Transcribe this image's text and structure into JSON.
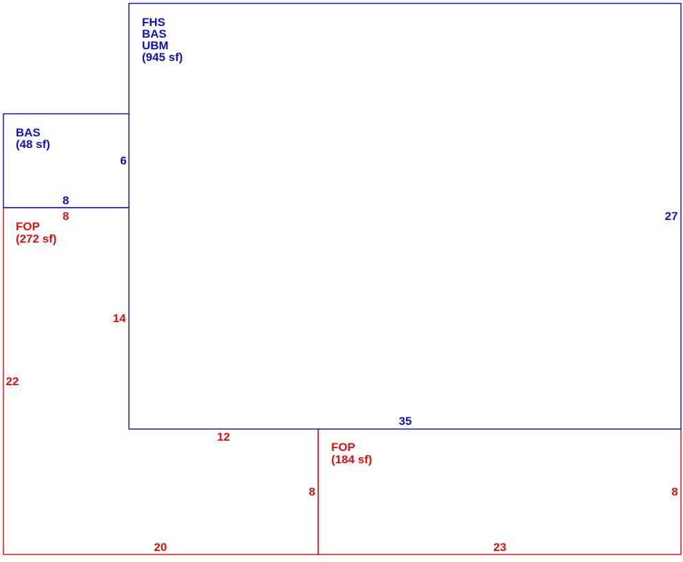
{
  "colors": {
    "main": "#1010c8",
    "porch": "#e01010",
    "background": "#ffffff"
  },
  "areas": {
    "main": {
      "lines": [
        "FHS",
        "BAS",
        "UBM"
      ],
      "area": "(945 sf)"
    },
    "bas_small": {
      "lines": [
        "BAS"
      ],
      "area": "(48 sf)"
    },
    "fop_left": {
      "lines": [
        "FOP"
      ],
      "area": "(272 sf)"
    },
    "fop_right": {
      "lines": [
        "FOP"
      ],
      "area": "(184 sf)"
    }
  },
  "dimensions": {
    "main_right": "27",
    "main_bottom": "35",
    "bas_right": "6",
    "bas_bottom": "8",
    "fop_left_top": "8",
    "fop_left_inner": "14",
    "fop_left_outer": "22",
    "fop_left_step": "12",
    "fop_left_bottom": "20",
    "fop_right_left": "8",
    "fop_right_right": "8",
    "fop_right_bottom": "23"
  }
}
